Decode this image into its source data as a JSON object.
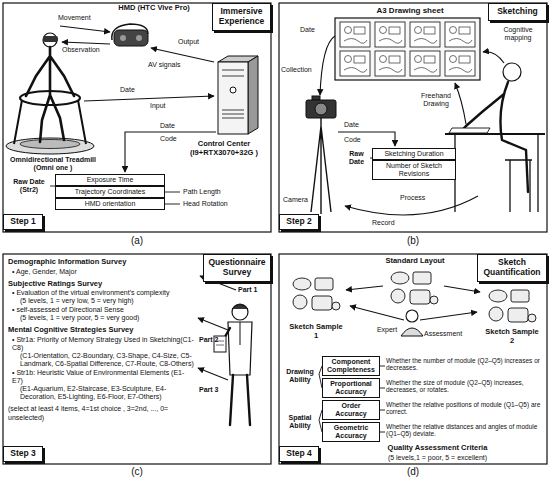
{
  "diagram": {
    "nodes": [
      {
        "text": [
          "Immersive Experience"
        ]
      },
      {
        "text": [
          "Step 1"
        ]
      },
      {
        "text": [
          "Exposure Time"
        ]
      },
      {
        "text": [
          "Trajectory Coordinates"
        ]
      },
      {
        "text": [
          "HMD orientation"
        ]
      },
      {
        "text": [
          "Sketching"
        ]
      },
      {
        "text": [
          "Sketching Duration"
        ]
      },
      {
        "text": [
          "Number of Sketch Revisions"
        ]
      },
      {
        "text": [
          "Step 2"
        ]
      },
      {
        "text": [
          "Questionnaire Survey"
        ]
      },
      {
        "text": [
          "Step 3"
        ]
      },
      {
        "text": [
          "Sketch Quantification"
        ]
      },
      {
        "text": [
          "Component Completeness"
        ]
      },
      {
        "text": [
          "Proportional Accuracy"
        ]
      },
      {
        "text": [
          "Order Accuracy"
        ]
      },
      {
        "text": [
          "Geometric Accuracy"
        ]
      },
      {
        "text": [
          "Step 4"
        ]
      }
    ],
    "labels": [
      "Movement",
      "Observation",
      "HMD (HTC Vive Pro)",
      "Output",
      "AV signals",
      "Date",
      "Input",
      "Control Center (I9+RTX3070+32G )",
      "Date",
      "Code",
      "Omnidirectional Treadmill (Omni one )",
      "Raw Date (Str2)",
      "Path Length",
      "Head Rotation",
      "(a)",
      "A3 Drawing sheet",
      "Date",
      "Collection",
      "Cognitive mapping",
      "Freehand Drawing",
      "Camera",
      "Date",
      "Code",
      "Raw Date",
      "Process",
      "Record",
      "(b)",
      "Part 1",
      "Part 2",
      "Part 3",
      "Demographic Information Survey",
      "• Age, Gender, Major",
      "Subjective Ratings Survey",
      "• Evaluation of the virtual environment's complexity",
      "(5 levels, 1 = very low, 5 = very high)",
      "• self-assessed of Directional Sense",
      "(5 levels, 1 = very poor, 5 = very good)",
      "Mental Cognitive Strategies Survey",
      "• Str1a: Priority of Memory Strategy Used in Sketching(C1-C8)",
      "(C1-Orientation, C2-Boundary, C3-Shape, C4-Size, C5-Landmark, C6-Spatial Difference, C7-Route, C8-Others)",
      "• Str1b: Heuristic Value of Environmental Elements (E1-E7)",
      "(E1-Aquarium, E2-Staircase, E3-Sculpture, E4-Decoration, E5-Lighting, E6-Floor, E7-Others)",
      "(select at least 4 items, 4=1st choice , 3=2nd, ..., 0= unselected)",
      "(c)",
      "Standard Layout",
      "Sketch Sample 1",
      "Expert",
      "Assessment",
      "Sketch Sample 2",
      "Drawing Ability",
      "Spatial Ability",
      "Whether the number of module (Q2–Q5) increases or decreases.",
      "Whether the size of module (Q2–Q5) increases, decreases, or rotates.",
      "Whether the relative positions of module (Q1–Q5) are correct.",
      "Whether the relative distances and angles of module (Q1–Q5) deviate.",
      "Quality Assessment Criteria",
      "(5 levels,1 = poor, 5 = excellent)",
      "(d)"
    ]
  }
}
